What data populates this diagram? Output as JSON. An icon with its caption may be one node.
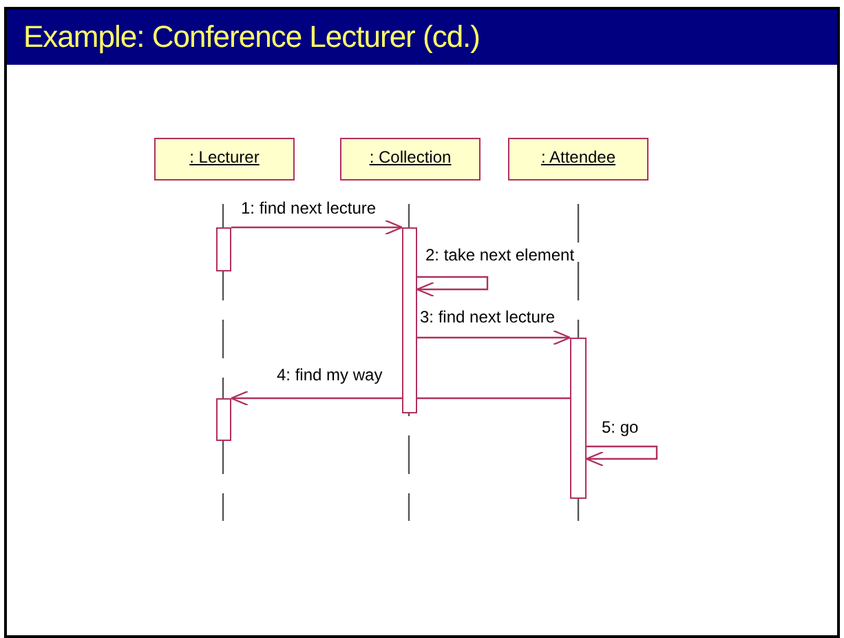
{
  "diagram": {
    "title": "Example: Conference Lecturer (cd.)",
    "nodes": [
      {
        "text": [
          ": Lecturer"
        ]
      },
      {
        "text": [
          ": Collection"
        ]
      },
      {
        "text": [
          ": Attendee"
        ]
      },
      {
        "text": [],
        "shape": "bar"
      },
      {
        "text": [],
        "shape": "bar"
      },
      {
        "text": [],
        "shape": "bar"
      },
      {
        "text": [],
        "shape": "bar"
      }
    ],
    "edges": [
      {
        "from": 3,
        "to": 4,
        "arrow": "to",
        "label": "1: find next lecture"
      },
      {
        "from": 4,
        "to": 4,
        "arrow": "to",
        "label": "2: take next element"
      },
      {
        "from": 4,
        "to": 6,
        "arrow": "to",
        "label": "3: find next lecture"
      },
      {
        "from": 6,
        "to": 5,
        "arrow": "to",
        "label": "4: find my way"
      },
      {
        "from": 6,
        "to": 6,
        "arrow": "to",
        "label": "5: go"
      }
    ]
  }
}
